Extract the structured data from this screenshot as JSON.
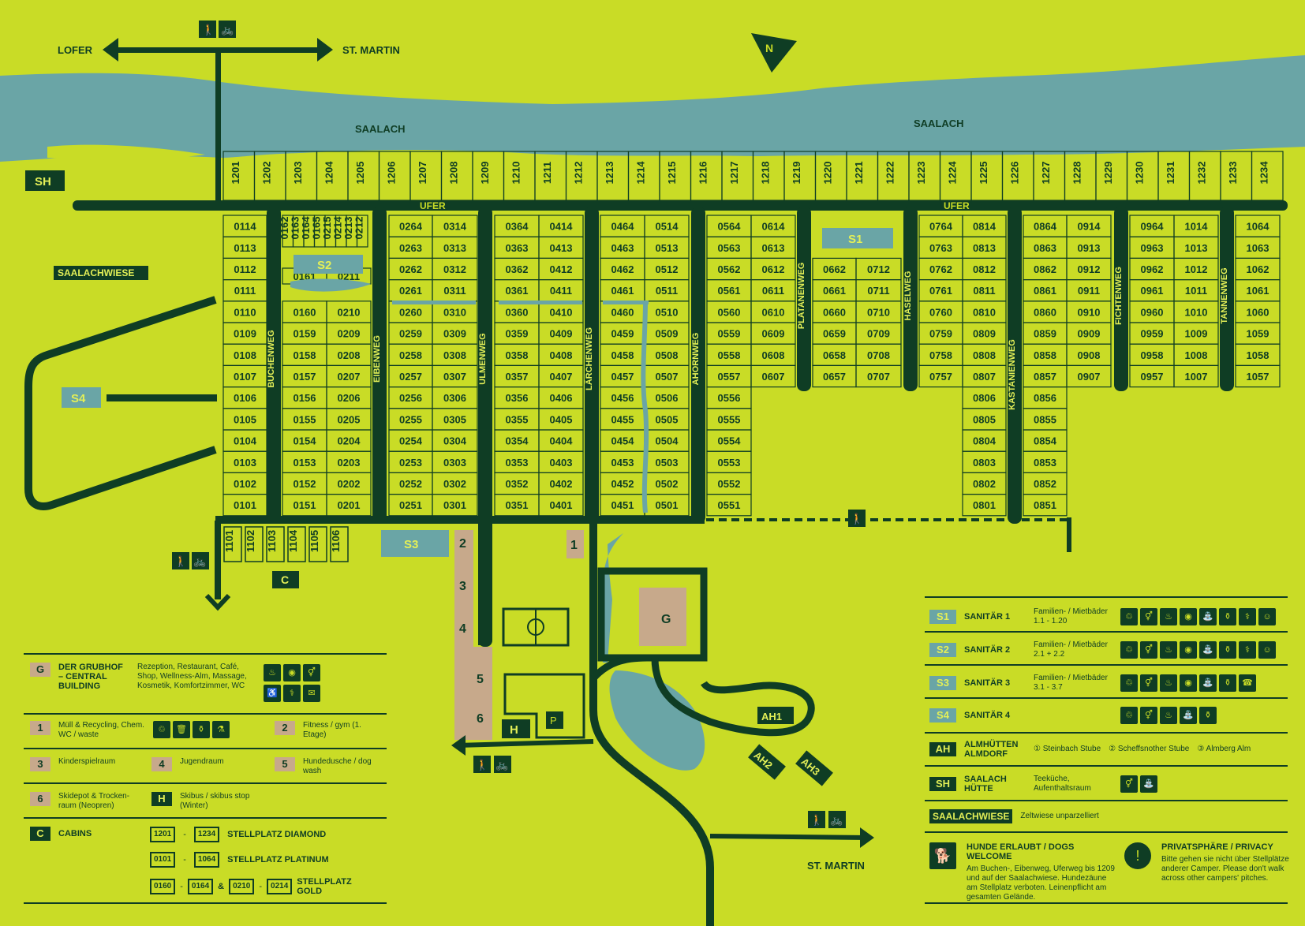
{
  "map": {
    "north_marker": "N",
    "river_label": "SAALACH",
    "roads": {
      "lofer": "LOFER",
      "st_martin": "ST. MARTIN",
      "ufer": "UFER",
      "buchenweg": "BUCHENWEG",
      "eibenweg": "EIBENWEG",
      "ulmenweg": "ULMENWEG",
      "laerchenweg": "LÄRCHENWEG",
      "ahornweg": "AHORNWEG",
      "platanenweg": "PLATANENWEG",
      "haselweg": "HASELWEG",
      "kastanienweg": "KASTANIENWEG",
      "fichtenweg": "FICHTENWEG",
      "tannenweg": "TANNENWEG"
    },
    "areas": {
      "sh": "SH",
      "saalachwiese": "SAALACHWIESE",
      "s1": "S1",
      "s2": "S2",
      "s3": "S3",
      "s4": "S4",
      "g": "G",
      "c": "C",
      "h": "H",
      "ah1": "AH1",
      "ah2": "AH2",
      "ah3": "AH3",
      "b1": "1",
      "b2": "2",
      "b3": "3",
      "b4": "4",
      "b5": "5",
      "b6": "6"
    },
    "diamond_pitches": [
      "1201",
      "1202",
      "1203",
      "1204",
      "1205",
      "1206",
      "1207",
      "1208",
      "1209",
      "1210",
      "1211",
      "1212",
      "1213",
      "1214",
      "1215",
      "1216",
      "1217",
      "1218",
      "1219",
      "1220",
      "1221",
      "1222",
      "1223",
      "1224",
      "1225",
      "1226",
      "1227",
      "1228",
      "1229",
      "1230",
      "1231",
      "1232",
      "1233",
      "1234"
    ],
    "cabins": [
      "1101",
      "1102",
      "1103",
      "1104",
      "1105",
      "1106"
    ],
    "gold_pitches": [
      "0162",
      "0163",
      "0164",
      "0165",
      "0215",
      "0214",
      "0213",
      "0212"
    ],
    "col_01": [
      "0114",
      "0113",
      "0112",
      "0111",
      "0110",
      "0109",
      "0108",
      "0107",
      "0106",
      "0105",
      "0104",
      "0103",
      "0102",
      "0101"
    ],
    "col_015": [
      "0160",
      "0159",
      "0158",
      "0157",
      "0156",
      "0155",
      "0154",
      "0153",
      "0152",
      "0151"
    ],
    "col_02": [
      "0210",
      "0209",
      "0208",
      "0207",
      "0206",
      "0205",
      "0204",
      "0203",
      "0202",
      "0201"
    ],
    "s2_small": [
      "0161",
      "0211"
    ],
    "col_025": [
      "0264",
      "0263",
      "0262",
      "0261",
      "0260",
      "0259",
      "0258",
      "0257",
      "0256",
      "0255",
      "0254",
      "0253",
      "0252",
      "0251"
    ],
    "col_03": [
      "0314",
      "0313",
      "0312",
      "0311",
      "0310",
      "0309",
      "0308",
      "0307",
      "0306",
      "0305",
      "0304",
      "0303",
      "0302",
      "0301"
    ],
    "col_035": [
      "0364",
      "0363",
      "0362",
      "0361",
      "0360",
      "0359",
      "0358",
      "0357",
      "0356",
      "0355",
      "0354",
      "0353",
      "0352",
      "0351"
    ],
    "col_04": [
      "0414",
      "0413",
      "0412",
      "0411",
      "0410",
      "0409",
      "0408",
      "0407",
      "0406",
      "0405",
      "0404",
      "0403",
      "0402",
      "0401"
    ],
    "col_045": [
      "0464",
      "0463",
      "0462",
      "0461",
      "0460",
      "0459",
      "0458",
      "0457",
      "0456",
      "0455",
      "0454",
      "0453",
      "0452",
      "0451"
    ],
    "col_05": [
      "0514",
      "0513",
      "0512",
      "0511",
      "0510",
      "0509",
      "0508",
      "0507",
      "0506",
      "0505",
      "0504",
      "0503",
      "0502",
      "0501"
    ],
    "col_055": [
      "0564",
      "0563",
      "0562",
      "0561",
      "0560",
      "0559",
      "0558",
      "0557",
      "0556",
      "0555",
      "0554",
      "0553",
      "0552",
      "0551"
    ],
    "col_06": [
      "0614",
      "0613",
      "0612",
      "0611",
      "0610",
      "0609",
      "0608",
      "0607"
    ],
    "col_065": [
      "0662",
      "0661",
      "0660",
      "0659",
      "0658",
      "0657"
    ],
    "col_07": [
      "0712",
      "0711",
      "0710",
      "0709",
      "0708",
      "0707"
    ],
    "col_075": [
      "0764",
      "0763",
      "0762",
      "0761",
      "0760",
      "0759",
      "0758",
      "0757"
    ],
    "col_08": [
      "0814",
      "0813",
      "0812",
      "0811",
      "0810",
      "0809",
      "0808",
      "0807",
      "0806",
      "0805",
      "0804",
      "0803",
      "0802",
      "0801"
    ],
    "col_085": [
      "0864",
      "0863",
      "0862",
      "0861",
      "0860",
      "0859",
      "0858",
      "0857",
      "0856",
      "0855",
      "0854",
      "0853",
      "0852",
      "0851"
    ],
    "col_09": [
      "0914",
      "0913",
      "0912",
      "0911",
      "0910",
      "0909",
      "0908",
      "0907"
    ],
    "col_095": [
      "0964",
      "0963",
      "0962",
      "0961",
      "0960",
      "0959",
      "0958",
      "0957"
    ],
    "col_10": [
      "1014",
      "1013",
      "1012",
      "1011",
      "1010",
      "1009",
      "1008",
      "1007"
    ],
    "col_105": [
      "1064",
      "1063",
      "1062",
      "1061",
      "1060",
      "1059",
      "1058",
      "1057"
    ]
  },
  "legend_left": {
    "g_title": "DER GRUBHOF – CENTRAL BUILDING",
    "g_desc": "Rezeption, Restaurant, Café, Shop, Wellness-Alm, Massage, Kosmetik, Komfortzimmer, WC",
    "k1": "1",
    "k1_desc": "Müll & Recycling, Chem. WC / waste",
    "k2": "2",
    "k2_desc": "Fitness / gym (1. Etage)",
    "k3": "3",
    "k3_desc": "Kinderspielraum",
    "k4": "4",
    "k4_desc": "Jugendraum",
    "k5": "5",
    "k5_desc": "Hundedusche / dog wash",
    "k6": "6",
    "k6_desc": "Skidepot & Trocken-raum (Neopren)",
    "kh": "H",
    "kh_desc": "Skibus / skibus stop (Winter)",
    "kc": "C",
    "kc_title": "CABINS",
    "diamond_from": "1201",
    "diamond_to": "1234",
    "diamond_label": "STELLPLATZ DIAMOND",
    "platinum_from": "0101",
    "platinum_to": "1064",
    "platinum_label": "STELLPLATZ PLATINUM",
    "gold_a_from": "0160",
    "gold_a_to": "0164",
    "gold_amp": "&",
    "gold_b_from": "0210",
    "gold_b_to": "0214",
    "gold_label": "STELLPLATZ GOLD",
    "dash": "-"
  },
  "legend_right": {
    "s1": "S1",
    "s1_title": "SANITÄR 1",
    "s1_desc": "Familien- / Mietbäder 1.1 - 1.20",
    "s2": "S2",
    "s2_title": "SANITÄR 2",
    "s2_desc": "Familien- / Mietbäder 2.1 + 2.2",
    "s3": "S3",
    "s3_title": "SANITÄR 3",
    "s3_desc": "Familien- / Mietbäder 3.1 - 3.7",
    "s4": "S4",
    "s4_title": "SANITÄR 4",
    "ah": "AH",
    "ah_title": "ALMHÜTTEN ALMDORF",
    "ah_1": "① Steinbach Stube",
    "ah_2": "② Scheffsnother Stube",
    "ah_3": "③ Almberg Alm",
    "sh": "SH",
    "sh_title": "SAALACH HÜTTE",
    "sh_desc": "Teeküche, Aufenthaltsraum",
    "sw": "SAALACHWIESE",
    "sw_desc": "Zeltwiese unparzelliert",
    "dogs_title": "HUNDE ERLAUBT / DOGS WELCOME",
    "dogs_desc": "Am Buchen-, Eibenweg, Uferweg bis 1209 und auf der Saalachwiese. Hundezäune am Stellplatz verboten. Leinenpflicht am gesamten Gelände.",
    "privacy_title": "PRIVATSPHÄRE / PRIVACY",
    "privacy_desc": "Bitte gehen sie nicht über Stellplätze anderer Camper. Please don't walk across other campers' pitches."
  },
  "colors": {
    "background": "#c9dc26",
    "dark": "#0f3d24",
    "water": "#6aa5a6",
    "tan": "#c7a98b"
  }
}
